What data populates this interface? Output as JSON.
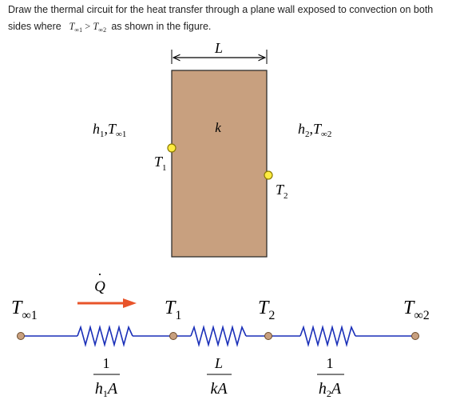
{
  "question": {
    "line1": "Draw the thermal circuit for the heat transfer through a plane wall exposed to convection on both",
    "line2_prefix": "sides where",
    "inequality_sym": "T",
    "inequality_sub_left": "∞1",
    "inequality_gt": ">",
    "inequality_sub_right": "∞2",
    "line2_suffix": "as shown in the figure."
  },
  "wall": {
    "fill": "#c8a07f",
    "length_sym": "L",
    "conductivity_sym": "k",
    "left_conv_h": "h",
    "left_conv_h_sub": "1",
    "left_conv_sep": ",",
    "left_conv_T": "T",
    "left_conv_T_sub": "∞1",
    "right_conv_h": "h",
    "right_conv_h_sub": "2",
    "right_conv_sep": ",",
    "right_conv_T": "T",
    "right_conv_T_sub": "∞2",
    "surface1_sym": "T",
    "surface1_sub": "1",
    "surface2_sym": "T",
    "surface2_sub": "2"
  },
  "circuit": {
    "line_color": "#1a2fb8",
    "node_color": "#c8a07f",
    "heat_arrow_color": "#e8542a",
    "heat_flow_sym": "Q",
    "heat_flow_dot": "·",
    "node_T_inf1": "T",
    "node_T_inf1_sub": "∞1",
    "node_T1": "T",
    "node_T1_sub": "1",
    "node_T2": "T",
    "node_T2_sub": "2",
    "node_T_inf2": "T",
    "node_T_inf2_sub": "∞2",
    "r1_num": "1",
    "r1_den_h": "h",
    "r1_den_sub": "1",
    "r1_den_A": "A",
    "r2_num": "L",
    "r2_den": "kA",
    "r3_num": "1",
    "r3_den_h": "h",
    "r3_den_sub": "2",
    "r3_den_A": "A"
  }
}
